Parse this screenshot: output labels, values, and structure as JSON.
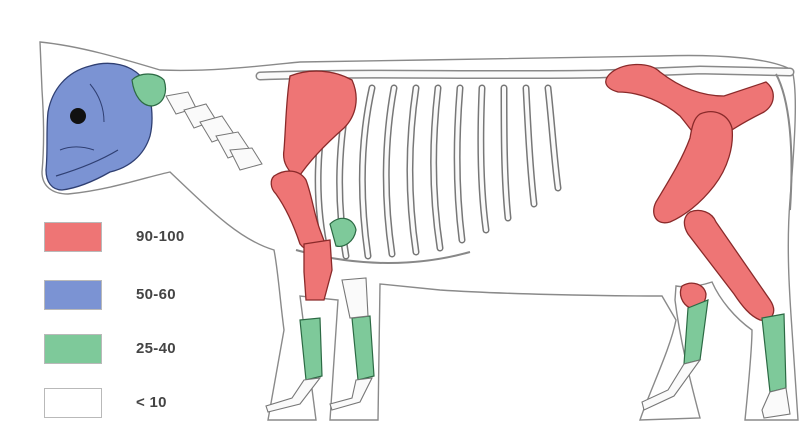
{
  "colors": {
    "outline": "#7a7a7a",
    "bone_white": "#fafafa",
    "red": "#ee7575",
    "blue": "#7b93d3",
    "green": "#7ec99a"
  },
  "legend": [
    {
      "label": "90-100",
      "color": "#ee7575"
    },
    {
      "label": "50-60",
      "color": "#7b93d3"
    },
    {
      "label": "25-40",
      "color": "#7ec99a"
    },
    {
      "label": "< 10",
      "color": "#ffffff"
    }
  ]
}
